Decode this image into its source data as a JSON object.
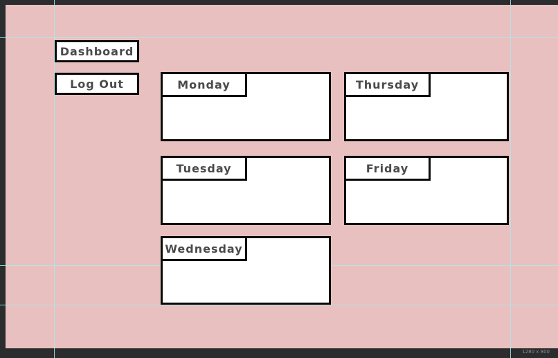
{
  "canvas": {
    "background_color": "#e9c0c0",
    "frame_color": "#2b2c2e",
    "guide_color": "#aee8ec",
    "size_label": "1280 x 800"
  },
  "nav": {
    "dashboard_label": "Dashboard",
    "logout_label": "Log Out"
  },
  "days": [
    {
      "label": "Monday"
    },
    {
      "label": "Tuesday"
    },
    {
      "label": "Wednesday"
    },
    {
      "label": "Thursday"
    },
    {
      "label": "Friday"
    }
  ]
}
